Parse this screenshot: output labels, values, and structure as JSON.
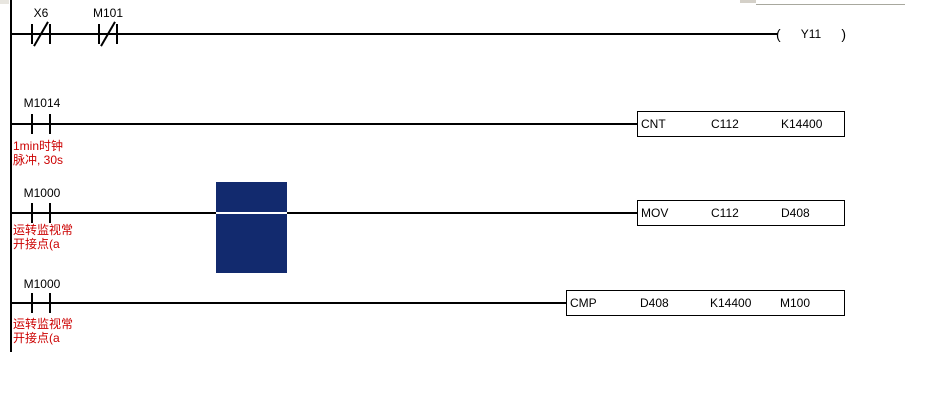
{
  "app": {
    "type": "plc-ladder-editor"
  },
  "colors": {
    "background": "#ffffff",
    "wire": "#000000",
    "comment_text": "#cc0000",
    "selection_block": "#122a6e",
    "window_edge_gray": "#d4d0c8"
  },
  "rungs": [
    {
      "contacts": [
        {
          "label": "X6",
          "type": "normally-closed"
        },
        {
          "label": "M101",
          "type": "normally-closed"
        }
      ],
      "coil": {
        "open": "(",
        "label": "Y11",
        "close": ")"
      }
    },
    {
      "contacts": [
        {
          "label": "M1014",
          "type": "normally-open"
        }
      ],
      "comment": [
        "1min时钟",
        "脉冲, 30s"
      ],
      "instruction": {
        "cells": [
          "CNT",
          "C112",
          "K14400"
        ]
      }
    },
    {
      "contacts": [
        {
          "label": "M1000",
          "type": "normally-open"
        }
      ],
      "comment": [
        "运转监视常",
        "开接点(a"
      ],
      "instruction": {
        "cells": [
          "MOV",
          "C112",
          "D408"
        ]
      }
    },
    {
      "contacts": [
        {
          "label": "M1000",
          "type": "normally-open"
        }
      ],
      "comment": [
        "运转监视常",
        "开接点(a"
      ],
      "instruction": {
        "cells": [
          "CMP",
          "D408",
          "K14400",
          "M100"
        ]
      }
    }
  ]
}
